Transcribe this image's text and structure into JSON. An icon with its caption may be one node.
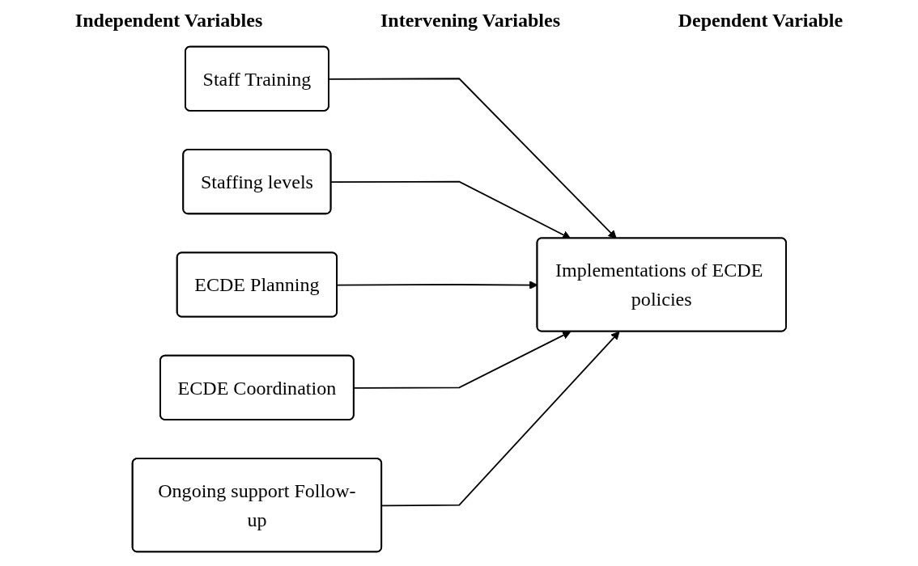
{
  "diagram": {
    "nodes": [
      {
        "text": [
          "Staff Training"
        ]
      },
      {
        "text": [
          "Staffing levels"
        ]
      },
      {
        "text": [
          "ECDE Planning"
        ]
      },
      {
        "text": [
          "ECDE Coordination"
        ]
      },
      {
        "text": [
          "Ongoing support Follow-up"
        ]
      },
      {
        "text": [
          "Implementations of ECDE policies"
        ]
      }
    ],
    "edges": [
      {
        "from": 0,
        "to": 5,
        "arrow": "to"
      },
      {
        "from": 1,
        "to": 5,
        "arrow": "to"
      },
      {
        "from": 2,
        "to": 5,
        "arrow": "to"
      },
      {
        "from": 3,
        "to": 5,
        "arrow": "to"
      },
      {
        "from": 4,
        "to": 5,
        "arrow": "to"
      }
    ],
    "labels": [
      "Independent Variables",
      "Intervening Variables",
      "Dependent Variable"
    ]
  }
}
